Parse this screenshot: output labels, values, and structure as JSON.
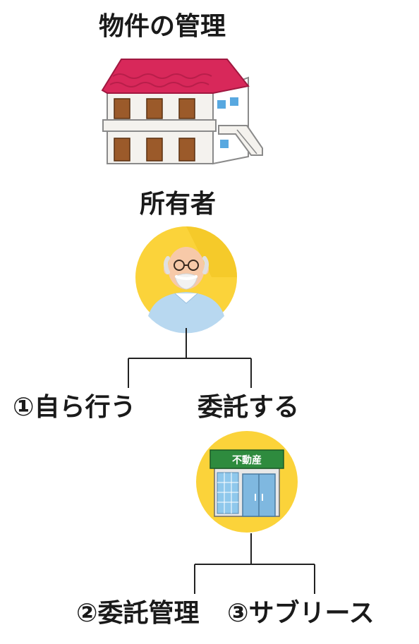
{
  "title": "物件の管理",
  "owner_label": "所有者",
  "option1_label": "①自ら行う",
  "entrust_label": "委託する",
  "option2_label": "②委託管理",
  "option3_label": "③サブリース",
  "sign_text": "不動産",
  "colors": {
    "roof": "#d8285a",
    "roof_dark": "#b81e4a",
    "door": "#9b5a2a",
    "window_blue": "#58a8e0",
    "circle_yellow": "#fbd33a",
    "shirt": "#b8d8f0",
    "sign_green": "#2e8b3e",
    "line": "#222222"
  },
  "icons": [
    "house-icon",
    "elderly-man-icon",
    "real-estate-office-icon"
  ]
}
